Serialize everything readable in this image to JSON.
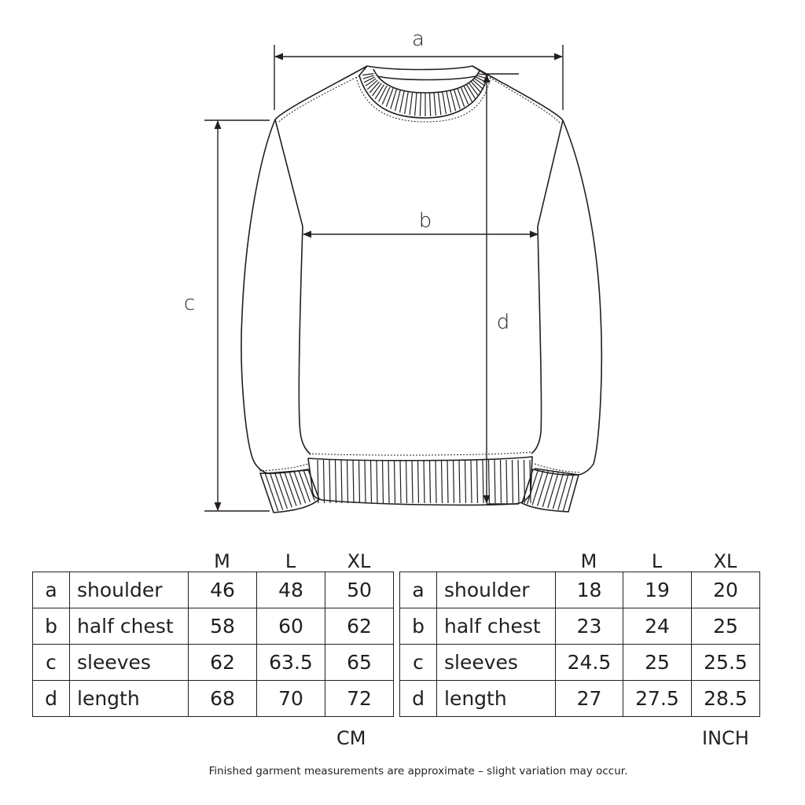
{
  "diagram": {
    "labels": {
      "a": "a",
      "b": "b",
      "c": "c",
      "d": "d"
    },
    "line_color": "#231f20"
  },
  "sizes": [
    "M",
    "L",
    "XL"
  ],
  "tables": [
    {
      "unit": "CM",
      "rows": [
        {
          "key": "a",
          "name": "shoulder",
          "values": [
            "46",
            "48",
            "50"
          ]
        },
        {
          "key": "b",
          "name": "half chest",
          "values": [
            "58",
            "60",
            "62"
          ]
        },
        {
          "key": "c",
          "name": "sleeves",
          "values": [
            "62",
            "63.5",
            "65"
          ]
        },
        {
          "key": "d",
          "name": "length",
          "values": [
            "68",
            "70",
            "72"
          ]
        }
      ]
    },
    {
      "unit": "INCH",
      "rows": [
        {
          "key": "a",
          "name": "shoulder",
          "values": [
            "18",
            "19",
            "20"
          ]
        },
        {
          "key": "b",
          "name": "half chest",
          "values": [
            "23",
            "24",
            "25"
          ]
        },
        {
          "key": "c",
          "name": "sleeves",
          "values": [
            "24.5",
            "25",
            "25.5"
          ]
        },
        {
          "key": "d",
          "name": "length",
          "values": [
            "27",
            "27.5",
            "28.5"
          ]
        }
      ]
    }
  ],
  "note": "Finished garment measurements are approximate – slight variation may occur."
}
